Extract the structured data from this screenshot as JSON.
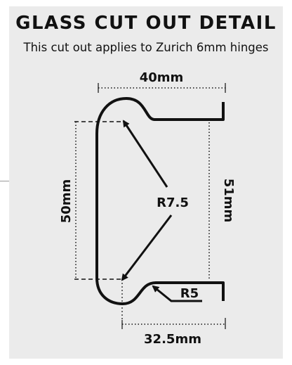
{
  "header": {
    "title": "GLASS CUT OUT DETAIL",
    "subtitle": "This cut out applies to Zurich 6mm hinges"
  },
  "dimensions": {
    "top_width": "40mm",
    "left_height": "50mm",
    "right_height": "51mm",
    "bottom_width": "32.5mm",
    "corner_radius": "R7.5",
    "small_radius": "R5"
  },
  "colors": {
    "panel": "#ebebeb",
    "ink": "#111111"
  }
}
